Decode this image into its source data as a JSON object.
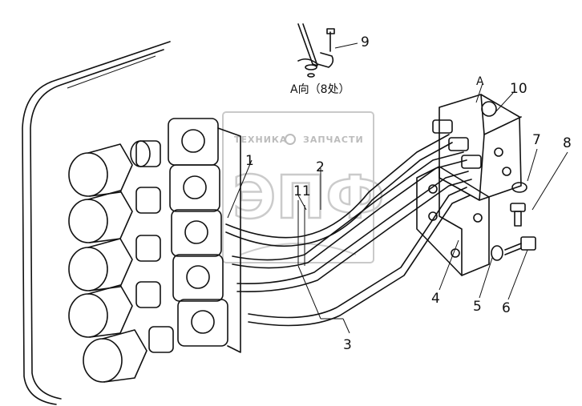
{
  "diagram": {
    "view_label": "A向（8处）",
    "view_marker": "A",
    "callouts": [
      {
        "id": "1",
        "text": "1"
      },
      {
        "id": "2",
        "text": "2"
      },
      {
        "id": "3",
        "text": "3"
      },
      {
        "id": "4",
        "text": "4"
      },
      {
        "id": "5",
        "text": "5"
      },
      {
        "id": "6",
        "text": "6"
      },
      {
        "id": "7",
        "text": "7"
      },
      {
        "id": "8",
        "text": "8"
      },
      {
        "id": "9",
        "text": "9"
      },
      {
        "id": "10",
        "text": "10"
      },
      {
        "id": "11",
        "text": "11"
      }
    ]
  },
  "watermark": {
    "line1_left": "ТЕХНИКА",
    "line1_right": "ЗАПЧАСТИ",
    "logo": "ЭПФ"
  },
  "colors": {
    "ink": "#111111",
    "watermark": "#bdbdbd",
    "background": "#ffffff"
  }
}
